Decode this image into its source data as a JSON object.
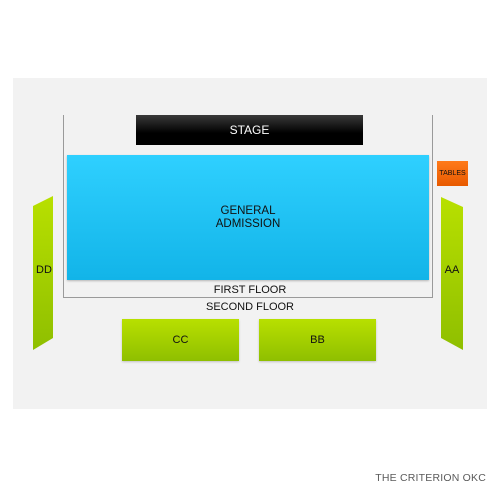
{
  "map": {
    "stage_label": "STAGE",
    "general_admission_line1": "GENERAL",
    "general_admission_line2": "ADMISSION",
    "tables_label": "TABLES",
    "first_floor_label": "FIRST FLOOR",
    "second_floor_label": "SECOND FLOOR",
    "sections": {
      "dd": "DD",
      "aa": "AA",
      "cc": "CC",
      "bb": "BB"
    },
    "colors": {
      "stage": "#000000",
      "general_admission": "#1ec3f5",
      "tables": "#f26a0a",
      "sections": "#a5d200",
      "panel": "#f2f2f2"
    }
  },
  "footer": {
    "venue_name": "THE CRITERION OKC"
  }
}
